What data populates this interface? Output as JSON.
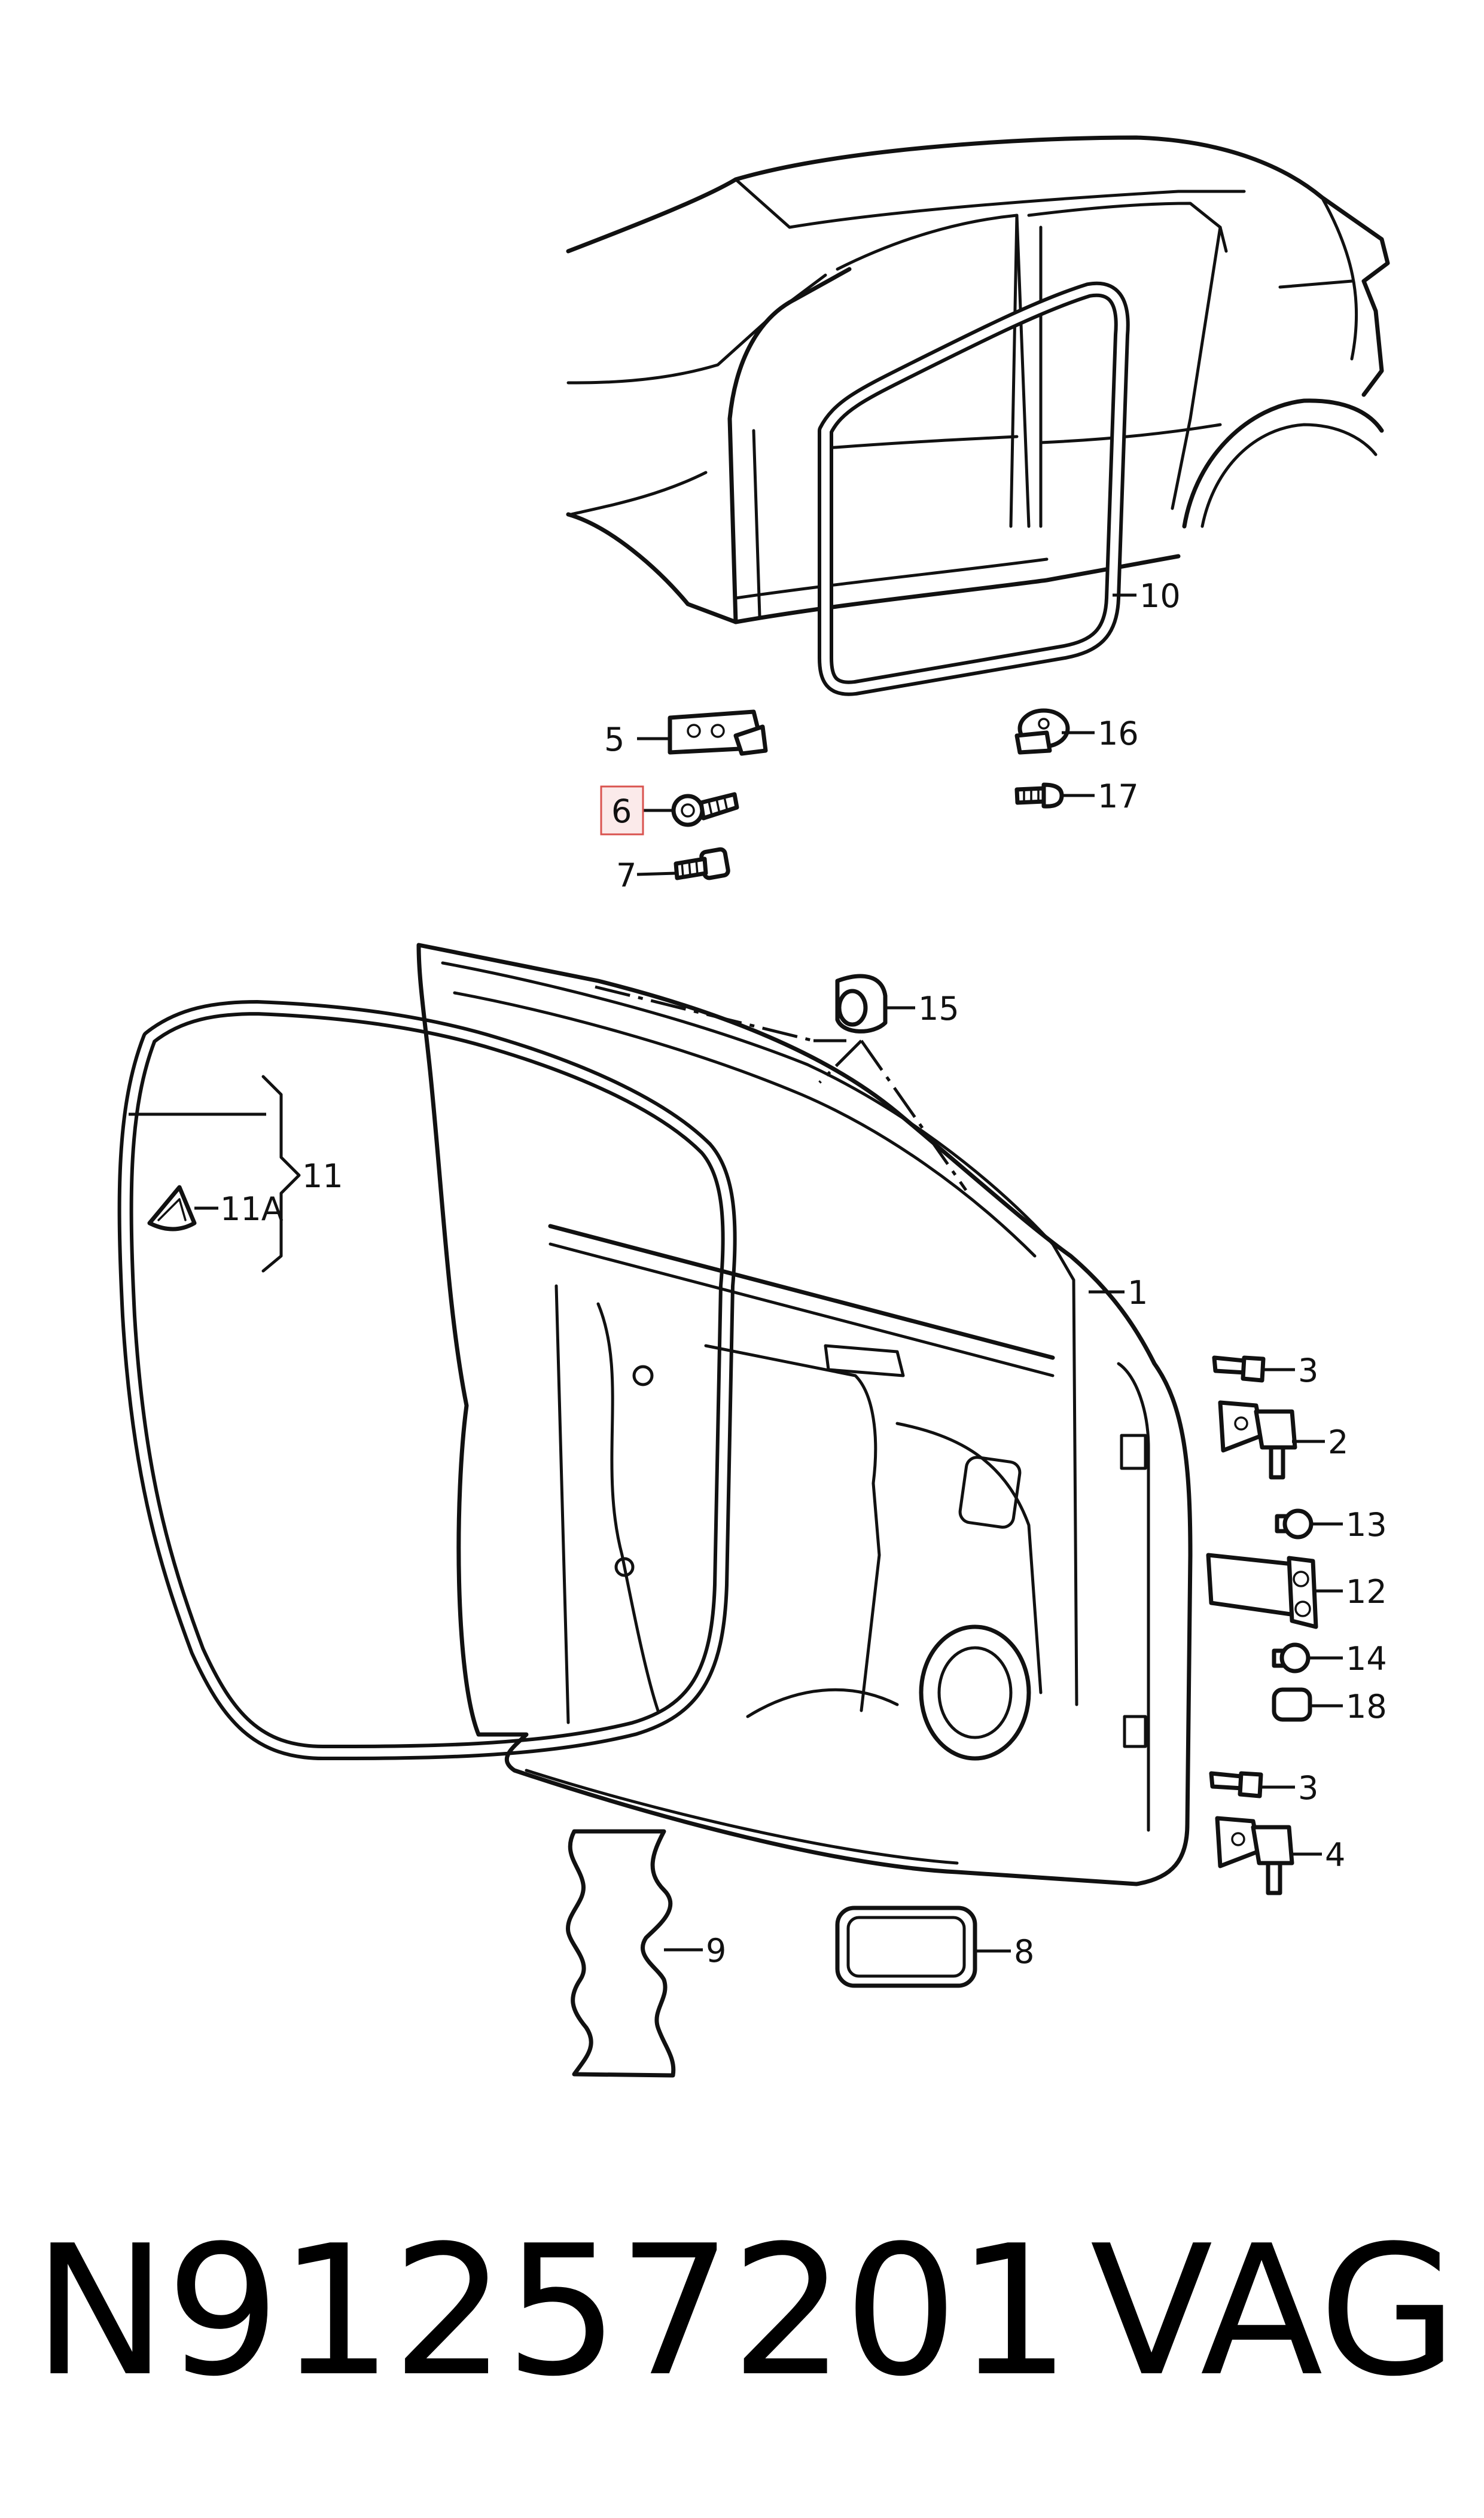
{
  "callouts": {
    "c1": "1",
    "c2": "2",
    "c3a": "3",
    "c3b": "3",
    "c4": "4",
    "c5": "5",
    "c6": "6",
    "c7": "7",
    "c8": "8",
    "c9": "9",
    "c10": "10",
    "c11": "11",
    "c11a": "11A",
    "c12": "12",
    "c13": "13",
    "c14": "14",
    "c15": "15",
    "c16": "16",
    "c17": "17",
    "c18": "18"
  },
  "highlighted_callout": "6",
  "footer": {
    "part_number": "N91257201",
    "brand": "VAG"
  },
  "colors": {
    "line": "#111111",
    "highlight_fill": "#fbeaea",
    "highlight_stroke": "#d9534f",
    "background": "#ffffff"
  }
}
